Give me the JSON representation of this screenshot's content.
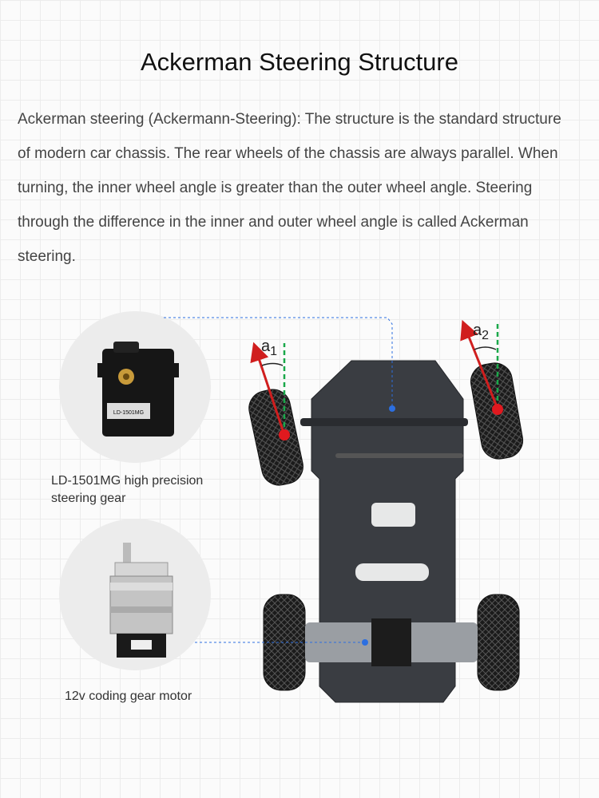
{
  "page": {
    "title": "Ackerman Steering Structure",
    "description": "Ackerman steering (Ackermann-Steering): The structure is the standard structure of modern car chassis. The rear wheels of the chassis are always parallel. When turning, the inner wheel angle is greater than the outer wheel angle. Steering through the difference in the inner and outer wheel angle is called Ackerman steering."
  },
  "components": [
    {
      "caption_line1": "LD-1501MG high precision",
      "caption_line2": "steering gear",
      "icon": "servo-icon",
      "chip_label": "LD-1501MG"
    },
    {
      "caption_line1": "12v coding gear motor",
      "icon": "gear-motor-icon"
    }
  ],
  "angles": {
    "a1": {
      "letter": "a",
      "sub": "1"
    },
    "a2": {
      "letter": "a",
      "sub": "2"
    }
  },
  "colors": {
    "angle_arrow": "#d01e1e",
    "reference_line": "#1aa84a",
    "pointer": "#2c6fe0",
    "chassis": "#3a3d42"
  }
}
